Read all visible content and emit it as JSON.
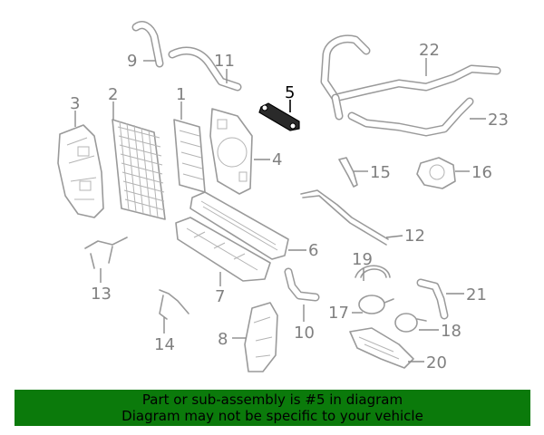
{
  "callouts": {
    "c1": "1",
    "c2": "2",
    "c3": "3",
    "c4": "4",
    "c5": "5",
    "c6": "6",
    "c7": "7",
    "c8": "8",
    "c9": "9",
    "c10": "10",
    "c11": "11",
    "c12": "12",
    "c13": "13",
    "c14": "14",
    "c15": "15",
    "c16": "16",
    "c17": "17",
    "c18": "18",
    "c19": "19",
    "c20": "20",
    "c21": "21",
    "c22": "22",
    "c23": "23"
  },
  "highlighted_callout": "5",
  "colors": {
    "banner_bg": "#0b7a0b",
    "part_stroke": "#9a9a9a",
    "highlight": "#000000"
  },
  "banner": {
    "line1": "Part or sub-assembly is #5 in diagram",
    "line2": "Diagram may not be specific to your vehicle"
  }
}
